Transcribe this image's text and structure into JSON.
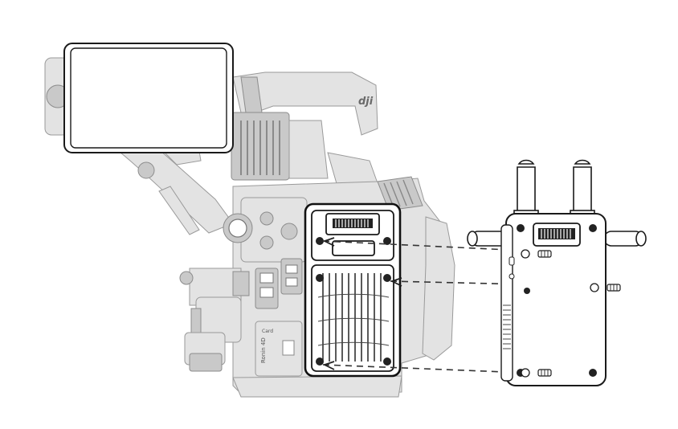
{
  "figure": {
    "camera_logo": "dji",
    "side_label": "Ronin 4D",
    "card_label": "Card"
  },
  "colors": {
    "line": "#1a1a1a",
    "camera_fill": "#c9c9c9",
    "highlight_outline": "#111111",
    "background": "#ffffff"
  }
}
